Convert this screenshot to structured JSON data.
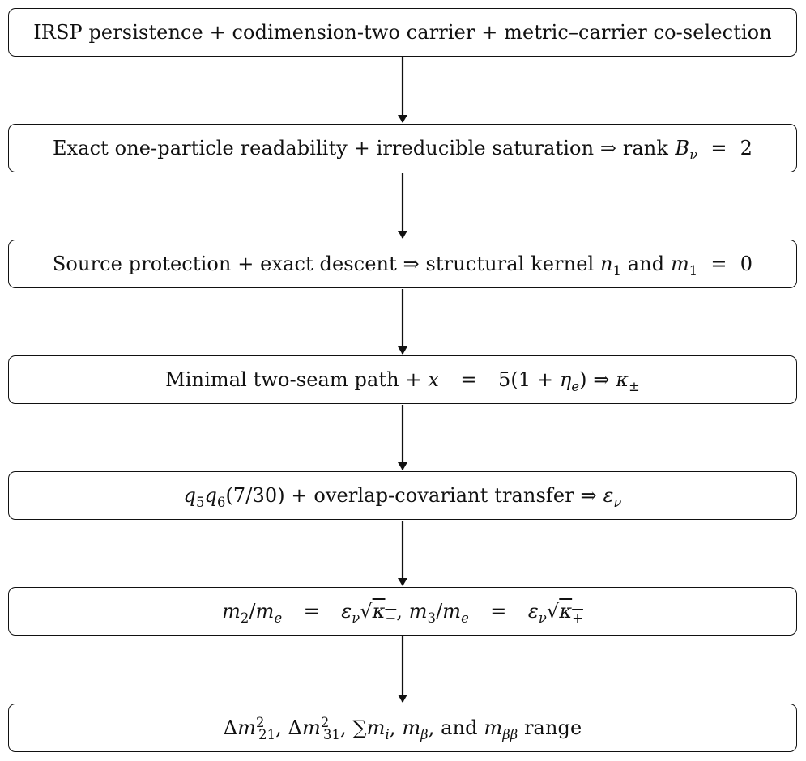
{
  "steps": [
    {
      "id": "step-1",
      "html": "IRSP persistence + codimension-two carrier + metric–carrier co-selection"
    },
    {
      "id": "step-2",
      "html": "Exact one-particle readability + irreducible saturation ⇒ rank<span class=\"sp\"></span><i>B</i><sub><i>ν</i></sub> <span class=\"sp\"></span>= <span class=\"sp\"></span>2"
    },
    {
      "id": "step-3",
      "html": "Source protection + exact descent ⇒ structural kernel <i>n</i><sub>1</sub> and <i>m</i><sub>1</sub> <span class=\"sp\"></span>= <span class=\"sp\"></span>0"
    },
    {
      "id": "step-4",
      "html": "Minimal two-seam path + <i>x</i><span class=\"wide\"></span>=<span class=\"wide\"></span>5(1 + <i>η</i><sub><i>e</i></sub>) ⇒ <i>κ</i><sub>±</sub>"
    },
    {
      "id": "step-5",
      "html": "<i>q</i><sub>5</sub><i>q</i><sub>6</sub>(7/30) + overlap-covariant transfer ⇒ <i>ε</i><sub><i>ν</i></sub>"
    },
    {
      "id": "step-6",
      "html": "<i>m</i><sub>2</sub>/<i>m</i><sub><i>e</i></sub><span class=\"wide\"></span>=<span class=\"wide\"></span><i>ε</i><sub><i>ν</i></sub>√<span style=\"text-decoration:overline\"><i>κ</i><sub>−</sub></span>, <i>m</i><sub>3</sub>/<i>m</i><sub><i>e</i></sub><span class=\"wide\"></span>=<span class=\"wide\"></span><i>ε</i><sub><i>ν</i></sub>√<span style=\"text-decoration:overline\"><i>κ</i><sub>+</sub></span>"
    },
    {
      "id": "step-7",
      "html": "Δ<i>m</i><sup>2</sup><sub style=\"margin-left:-0.45em\">21</sub>, Δ<i>m</i><sup>2</sup><sub style=\"margin-left:-0.45em\">31</sub>, ∑<i>m</i><sub><i>i</i></sub>, <i>m</i><sub><i>β</i></sub>, and <i>m</i><sub><i>ββ</i></sub> range"
    }
  ],
  "colors": {
    "stroke": "#111111",
    "background": "#ffffff"
  }
}
